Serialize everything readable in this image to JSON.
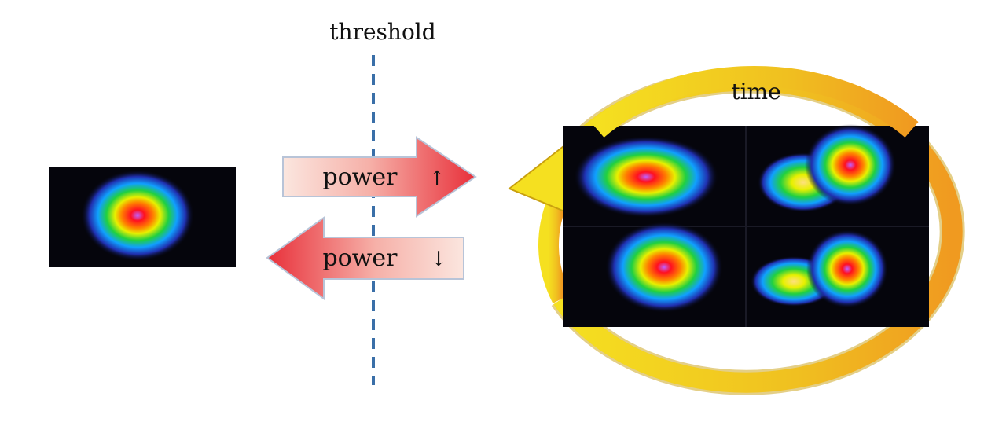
{
  "labels": {
    "threshold": "threshold",
    "time": "time",
    "power_up": "power",
    "power_up_arrow": "↑",
    "power_down": "power",
    "power_down_arrow": "↓"
  },
  "colors": {
    "threshold_line": "#3a6fa8",
    "arrow_red": "#e8303a",
    "arrow_light": "#fbe6df",
    "ring_yellow": "#f2d21a",
    "ring_orange": "#f0a020",
    "panel_bg": "#05050c"
  }
}
